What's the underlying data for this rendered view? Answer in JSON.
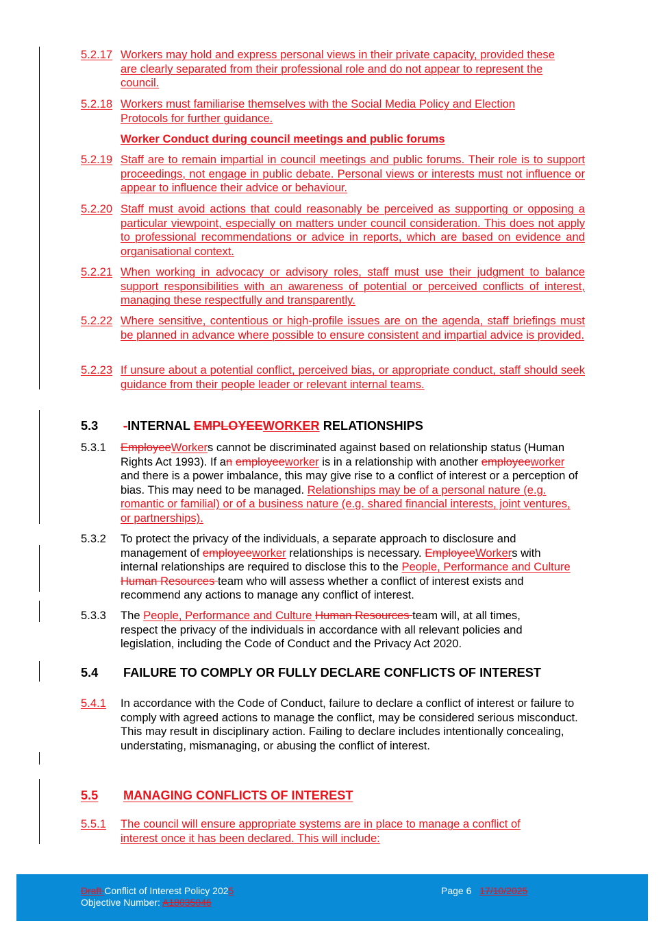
{
  "sec52": {
    "p17": {
      "num": "5.2.17",
      "text": "Workers may hold and express personal views in their private capacity, provided these are clearly separated from their professional role and do not appear to represent the council."
    },
    "p18": {
      "num": "5.2.18",
      "text": "Workers must familiarise themselves with the Social Media Policy and Election Protocols for further guidance."
    },
    "subheading": "Worker Conduct during council meetings and public forums",
    "p19": {
      "num": "5.2.19",
      "text": "Staff are to remain impartial in council meetings and public forums. Their role is to support proceedings, not engage in public debate. Personal views or interests must not influence or appear to influence their advice or behaviour."
    },
    "p20": {
      "num": "5.2.20",
      "text": "Staff must avoid actions that could reasonably be perceived as supporting or opposing a particular viewpoint, especially on matters under council consideration. This does not apply to professional recommendations or advice in reports, which are based on evidence and organisational context."
    },
    "p21": {
      "num": "5.2.21",
      "text": "When working in advocacy or advisory roles, staff must use their judgment to balance support responsibilities with an awareness of potential or perceived conflicts of interest, managing these respectfully and transparently."
    },
    "p22": {
      "num": "5.2.22",
      "text": "Where sensitive, contentious or high-profile issues are on the agenda, staff briefings must be planned in advance where possible to ensure consistent and impartial advice is provided."
    },
    "p23": {
      "num": "5.2.23",
      "text": "If unsure about a potential conflict, perceived bias, or appropriate conduct, staff should seek guidance from their people leader or relevant internal teams."
    }
  },
  "sec53": {
    "num": "5.3",
    "title_del_dash": "-",
    "title_a": "INTERNAL ",
    "title_del": "EMPLOYEE",
    "title_ins": "WORKER",
    "title_b": " RELATIONSHIPS",
    "p1": {
      "num": "5.3.1",
      "d1": "Employee",
      "i1": "Worker",
      "t1": "s cannot be discriminated against based on relationship status (Human Rights Act 1993). If a",
      "d2": "n",
      "t2": " ",
      "d3": "employee",
      "i3": "worker",
      "t3": " is in a relationship with another ",
      "d4": "employee",
      "i4": "worker",
      "t4": " and there is a power imbalance, this may give rise to a conflict of interest or a perception of bias. This may need to be managed. ",
      "i5": "Relationships may be of a personal nature (e.g. romantic or familial) or of a business nature (e.g. shared financial interests, joint ventures, or partnerships)."
    },
    "p2": {
      "num": "5.3.2",
      "t1": "To protect the privacy of the individuals, a separate approach to disclosure and management of ",
      "d1": "employee",
      "i1": "worker",
      "t2": " relationships is necessary. ",
      "d2": "Employee",
      "i2": "Worker",
      "t3": "s with internal relationships are required to disclose this to the ",
      "i3": "People, Performance and Culture ",
      "d3": "Human Resources ",
      "t4": "team who will assess whether a conflict of interest exists and recommend any actions to manage any conflict of interest."
    },
    "p3": {
      "num": "5.3.3",
      "t1": "The ",
      "i1": "People, Performance and Culture ",
      "d1": "Human Resources ",
      "t2": "team will, at all times, respect the privacy of the individuals in accordance with all relevant policies and legislation, including the Code of Conduct and the Privacy Act 2020."
    }
  },
  "sec54": {
    "num": "5.4",
    "title": "FAILURE TO COMPLY OR FULLY DECLARE CONFLICTS OF INTEREST",
    "p1": {
      "num": "5.4.1",
      "text": "In accordance with the Code of Conduct, failure to declare a conflict of interest or failure to comply with agreed actions to manage the conflict, may be considered serious misconduct. This may result in disciplinary action. Failing to declare includes intentionally concealing, understating, mismanaging, or abusing the conflict of interest."
    }
  },
  "sec55": {
    "num": "5.5",
    "title": "MANAGING CONFLICTS OF INTEREST",
    "p1": {
      "num": "5.5.1",
      "text": "The council will ensure appropriate systems are in place to manage a conflict of interest once it has been declared.  This will include:"
    }
  },
  "footer": {
    "draft": "Draft ",
    "title": "Conflict of Interest Policy 202",
    "year_ins": "5",
    "objective_label": "Objective Number: ",
    "objective_value": "A18035046",
    "page": "Page 6 ",
    "date": "17/10/2025"
  },
  "colors": {
    "tracked_change": "#e8141b",
    "footer_band": "#0a8bd8"
  }
}
